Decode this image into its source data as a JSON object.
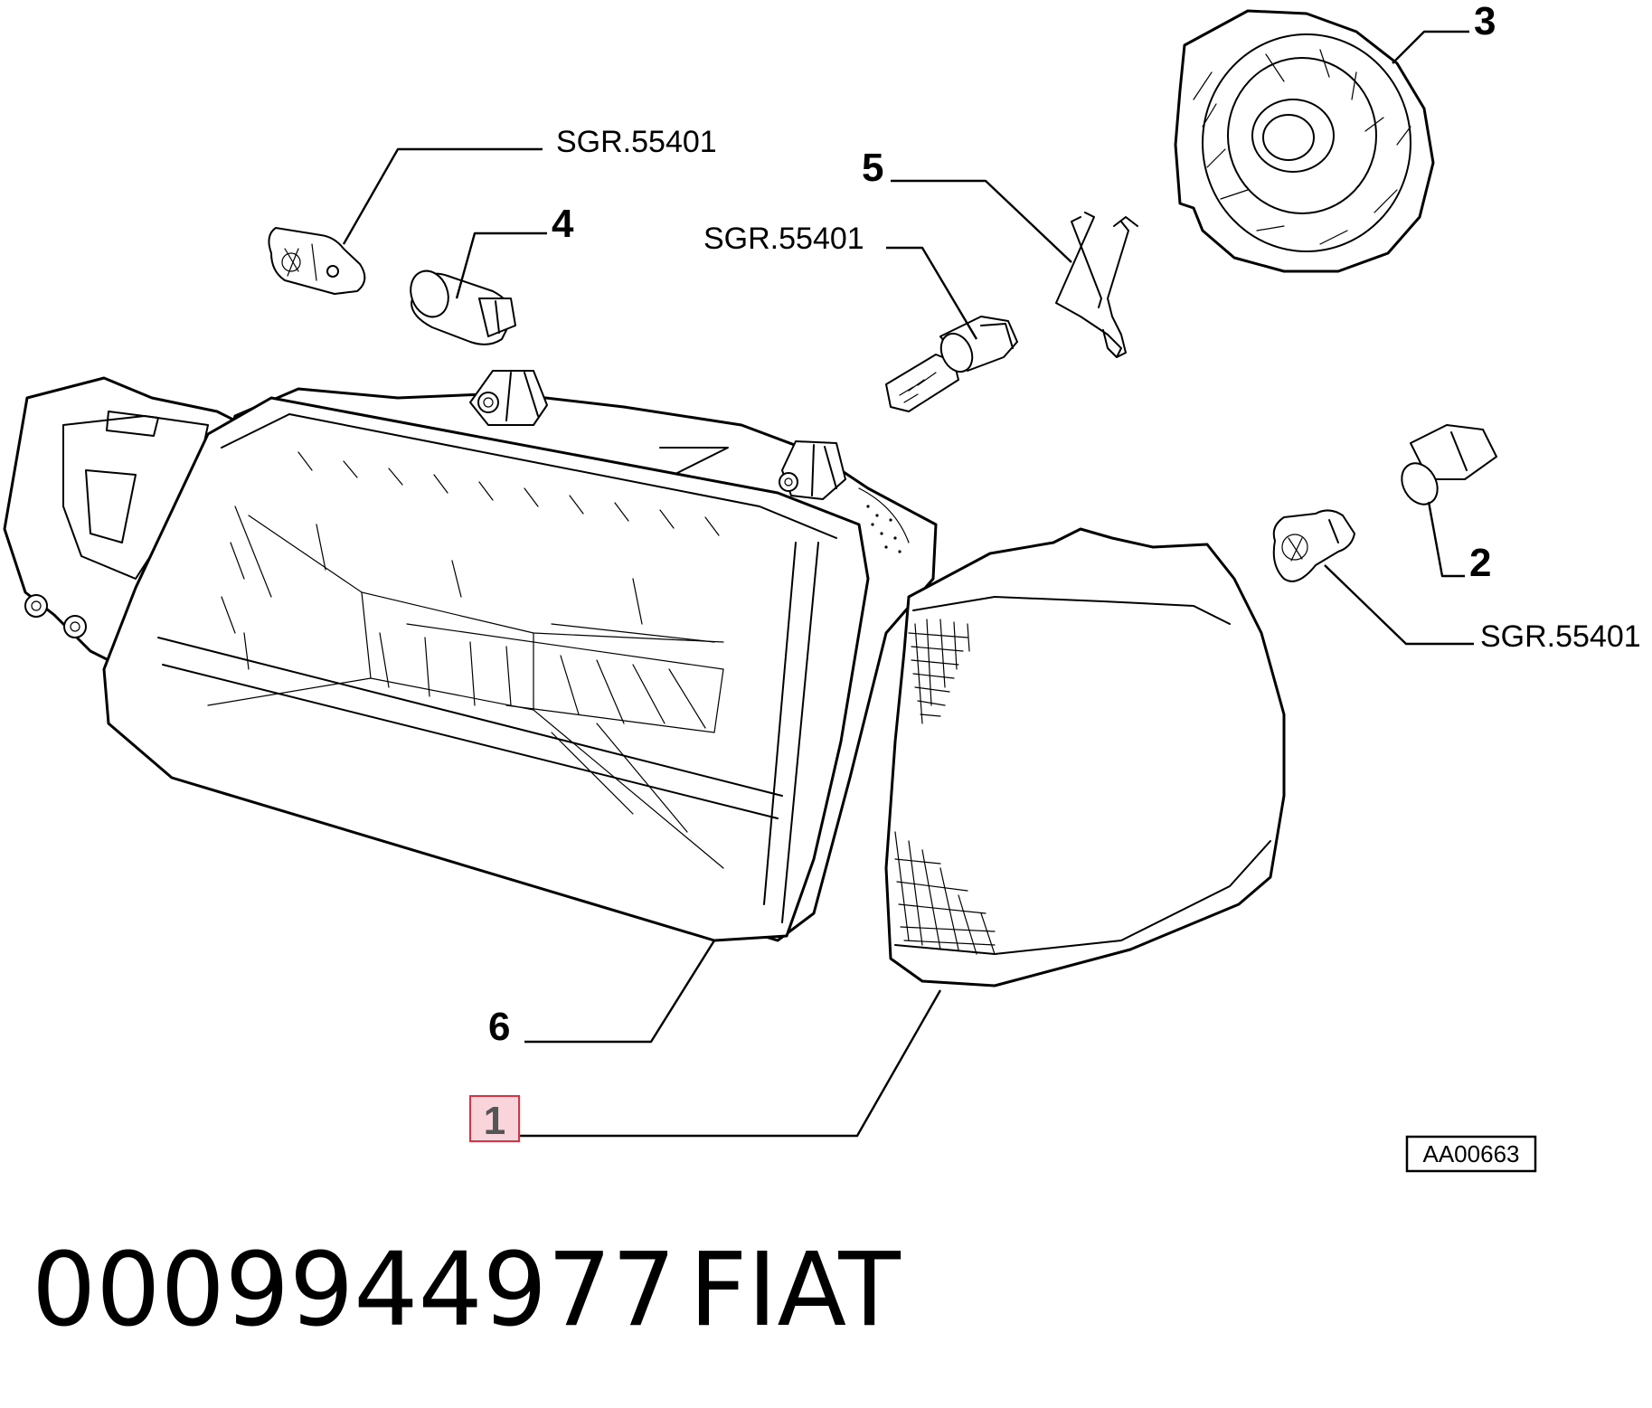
{
  "callouts": {
    "c1": "1",
    "c2": "2",
    "c3": "3",
    "c4": "4",
    "c5": "5",
    "c6": "6"
  },
  "refs": {
    "sgr_top": "SGR.55401",
    "sgr_mid": "SGR.55401",
    "sgr_right": "SGR.55401"
  },
  "drawing_code": "AA00663",
  "footer": {
    "part_number": "0009944977",
    "brand": "FIAT"
  },
  "highlight_color": "#e03040"
}
